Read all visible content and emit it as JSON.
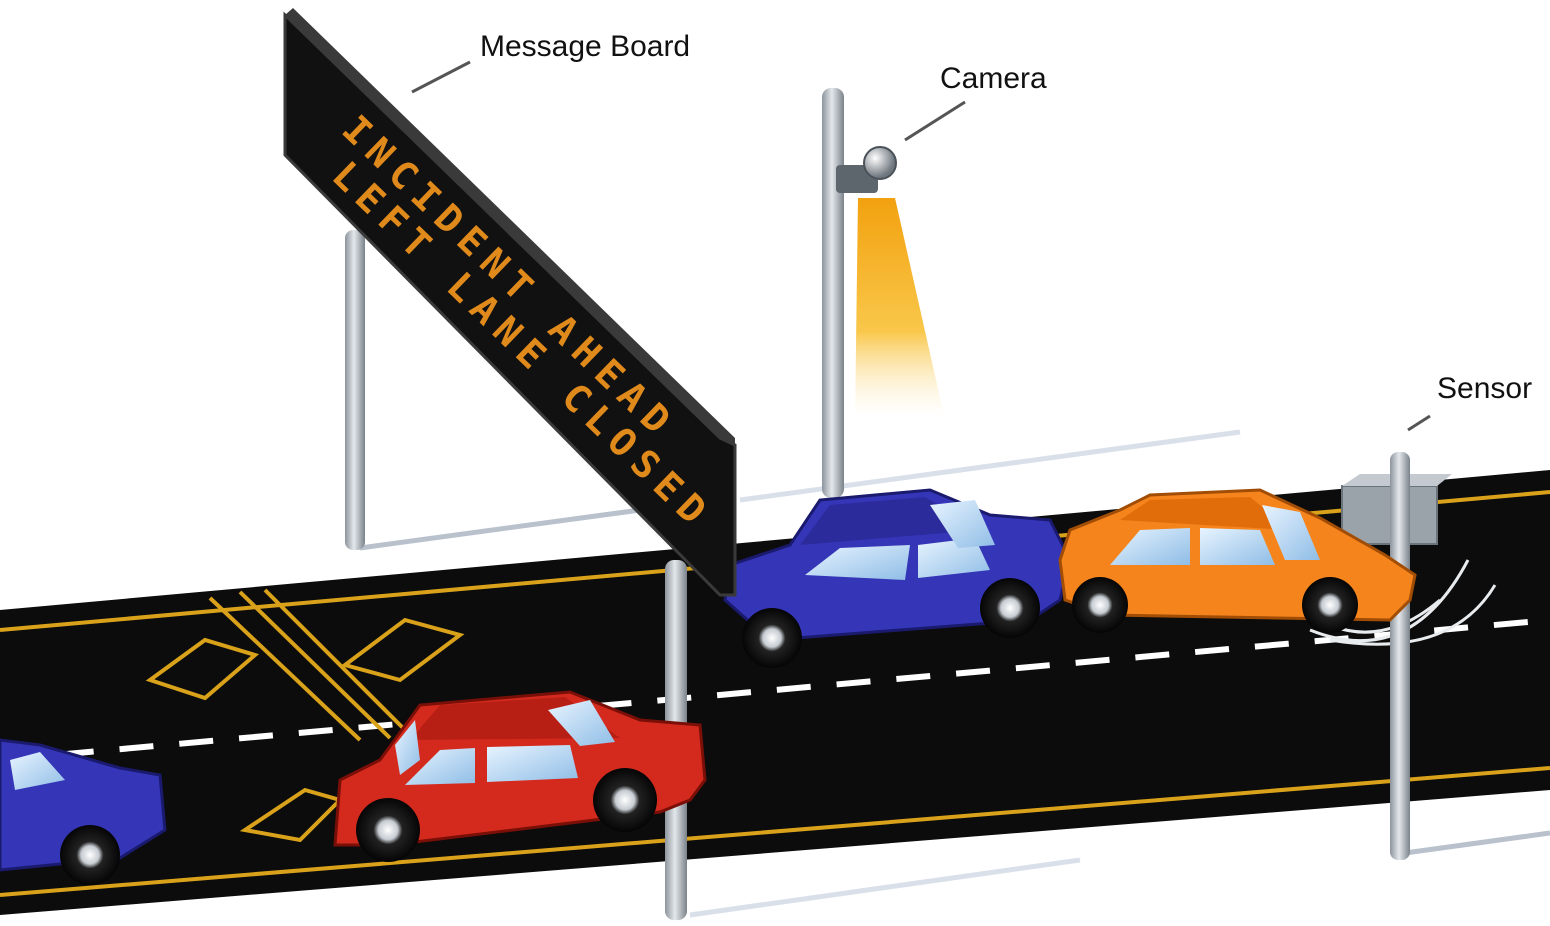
{
  "labels": {
    "message_board": "Message Board",
    "camera": "Camera",
    "sensor": "Sensor"
  },
  "message_board": {
    "line1": "INCIDENT AHEAD",
    "line2": "LEFT LANE CLOSED",
    "text_color": "#e08a1c"
  },
  "colors": {
    "road": "#0c0c0c",
    "lane_edge": "#d9a21a",
    "lane_center": "#ffffff",
    "car_red": "#d42a1e",
    "car_blue": "#3535b8",
    "car_orange": "#f5841c",
    "camera_beam": "#f5b21c"
  }
}
